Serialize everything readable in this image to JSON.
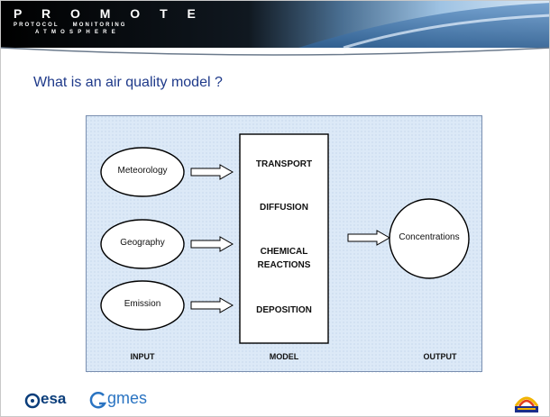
{
  "header": {
    "brand_title": "P R O M O T E",
    "brand_line1": "PROTOCOL    MONITORING",
    "brand_line2": "ATMOSPHERE"
  },
  "slide_title": "What is an air quality model ?",
  "diagram": {
    "inputs": [
      "Meteorology",
      "Geography",
      "Emission"
    ],
    "model_steps": [
      "TRANSPORT",
      "DIFFUSION",
      "CHEMICAL\nREACTIONS",
      "DEPOSITION"
    ],
    "output": "Concentrations",
    "column_labels": {
      "input": "INPUT",
      "model": "MODEL",
      "output": "OUTPUT"
    }
  },
  "footer": {
    "esa_logo": "esa",
    "gmes_logo": "gmes",
    "colors": {
      "esa_blue": "#0a3d7a",
      "gmes_blue": "#2a74c2",
      "banner_dark": "#000000",
      "diagram_bg": "#dce9f7",
      "title_blue": "#1f3a8a"
    }
  }
}
